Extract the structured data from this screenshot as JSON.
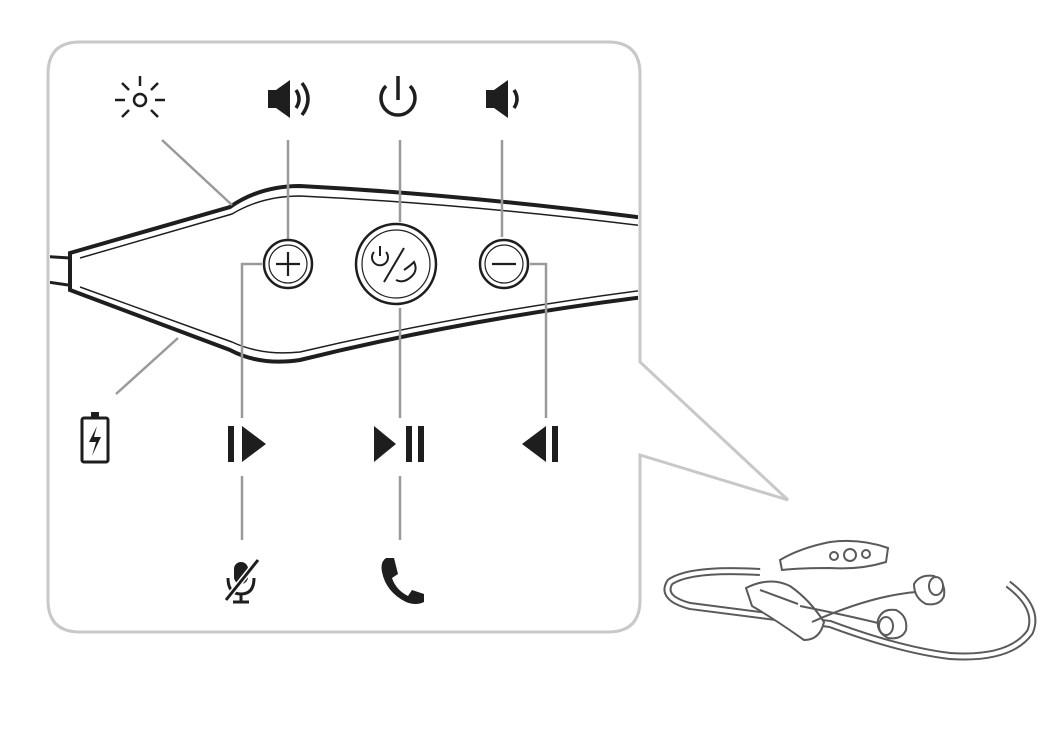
{
  "diagram": {
    "callout_border_color": "#c8c8c8",
    "line_color": "#9a9a9a",
    "ink_color": "#1e1e1e",
    "controls": [
      {
        "name": "led-indicator",
        "icon": "led-light-icon",
        "interactable": false
      },
      {
        "name": "volume-up-button",
        "icon": "plus-icon",
        "function_icons": [
          "volume-up-icon",
          "next-track-icon",
          "mute-microphone-icon"
        ],
        "interactable": true
      },
      {
        "name": "power-call-button",
        "icon": "power-call-icon",
        "function_icons": [
          "power-icon",
          "play-pause-icon",
          "phone-call-icon"
        ],
        "interactable": true
      },
      {
        "name": "volume-down-button",
        "icon": "minus-icon",
        "function_icons": [
          "volume-down-icon",
          "previous-track-icon"
        ],
        "interactable": true
      },
      {
        "name": "charging-port",
        "icon": "battery-charging-icon",
        "interactable": false
      }
    ]
  }
}
